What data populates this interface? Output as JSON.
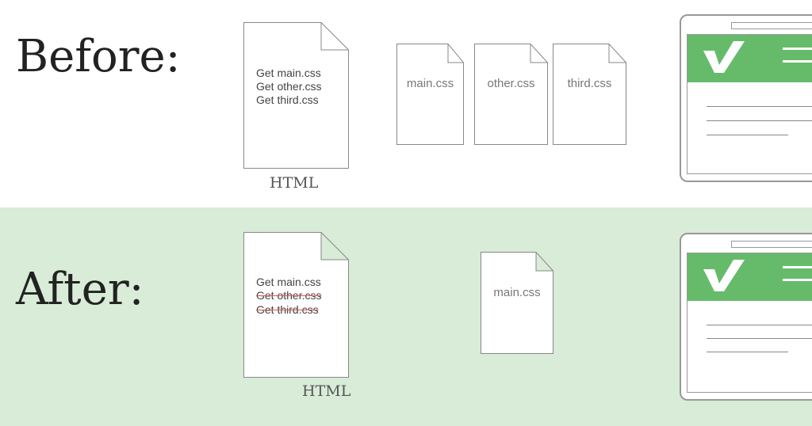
{
  "before": {
    "label": "Before:",
    "html_lines": [
      "Get main.css",
      "Get other.css",
      "Get third.css"
    ],
    "html_caption": "HTML",
    "css_files": [
      "main.css",
      "other.css",
      "third.css"
    ]
  },
  "after": {
    "label": "After:",
    "html_lines": [
      {
        "text": "Get main.css",
        "struck": false
      },
      {
        "text": "Get other.css",
        "struck": true
      },
      {
        "text": "Get third.css",
        "struck": true
      }
    ],
    "html_caption": "HTML",
    "css_files": [
      "main.css"
    ]
  },
  "colors": {
    "brand_green": "#66bb6a",
    "after_background": "#d8ecd8",
    "strike": "#e05050"
  },
  "icons": [
    "document-icon",
    "browser-window-icon",
    "checkmark-logo-icon",
    "hamburger-menu-icon"
  ]
}
